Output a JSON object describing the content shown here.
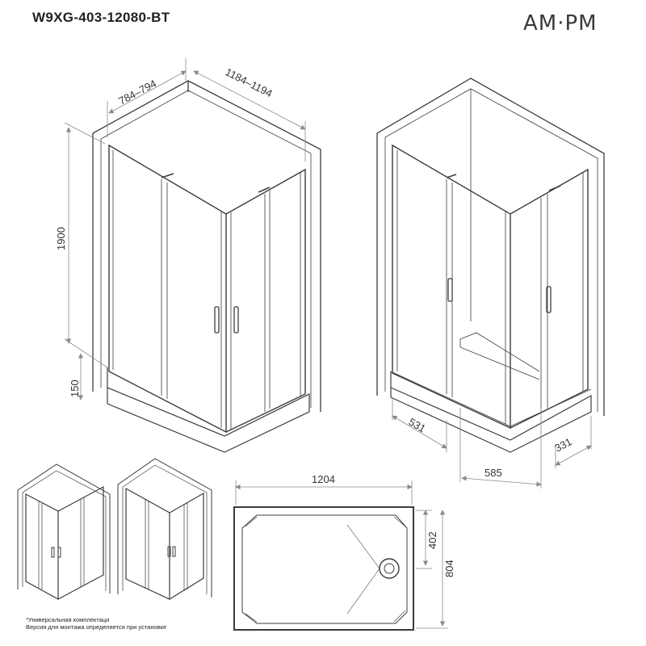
{
  "header": {
    "model": "W9XG-403-12080-BT",
    "brand": "AM·PM"
  },
  "dimensions": {
    "width_left": "784–794",
    "width_right": "1184–1194",
    "height": "1900",
    "tray_height": "150",
    "door_left": "531",
    "door_middle": "585",
    "door_right": "331",
    "tray_width": "1204",
    "drain_offset": "402",
    "tray_depth": "804"
  },
  "notes": {
    "line1": "*Универсальная комплектаци",
    "line2": "Версия для монтажа определяется при установке"
  },
  "colors": {
    "line": "#3c3c3c",
    "dim": "#8a8a8a",
    "brand": "#3a3a3a"
  }
}
